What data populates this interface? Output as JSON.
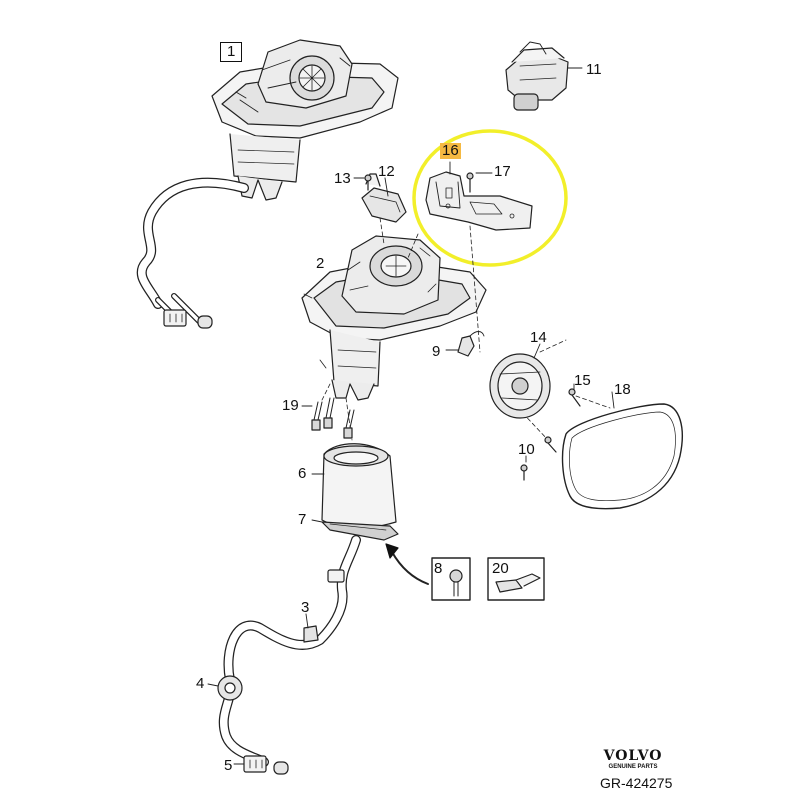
{
  "callouts": {
    "c1": "1",
    "c2": "2",
    "c3": "3",
    "c4": "4",
    "c5": "5",
    "c6": "6",
    "c7": "7",
    "c8": "8",
    "c9": "9",
    "c10": "10",
    "c11": "11",
    "c12": "12",
    "c13": "13",
    "c14": "14",
    "c15": "15",
    "c16": "16",
    "c17": "17",
    "c18": "18",
    "c19": "19",
    "c20": "20"
  },
  "highlight": {
    "part": "16",
    "ring_color": "#f2ef2a",
    "label_color": "#f5b942"
  },
  "brand": {
    "name": "VOLVO",
    "tagline": "GENUINE PARTS"
  },
  "reference": "GR-424275",
  "colors": {
    "line": "#222222",
    "fill": "#f2f2f2",
    "shade": "#bdbdbd"
  }
}
